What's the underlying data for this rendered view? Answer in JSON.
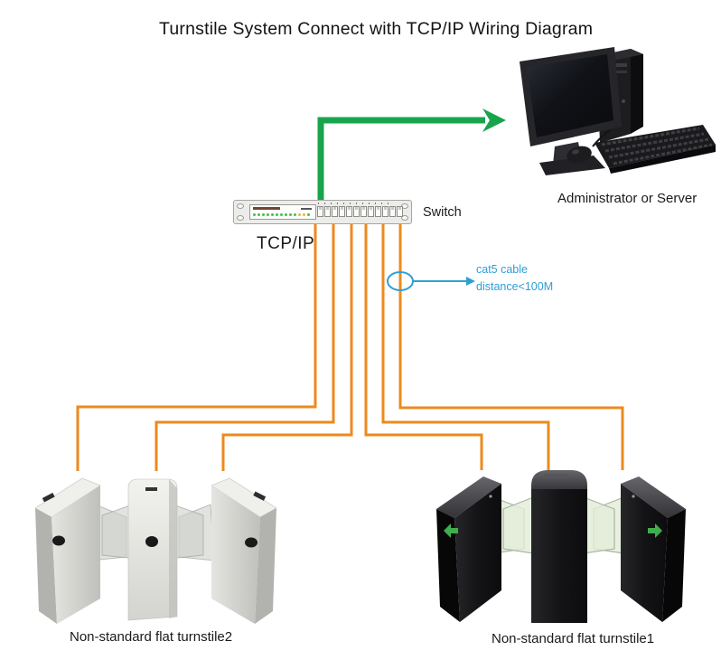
{
  "title": "Turnstile System Connect with TCP/IP Wiring Diagram",
  "colors": {
    "cable_orange": "#EC8A1E",
    "arrow_green": "#18A44C",
    "callout_blue": "#2E9FD6",
    "text": "#141414"
  },
  "server": {
    "label": "Administrator or Server"
  },
  "switch": {
    "label": "Switch",
    "ports": 12
  },
  "network": {
    "protocol_label": "TCP/IP",
    "cable_note_line1": "cat5 cable",
    "cable_note_line2": "distance<100M"
  },
  "turnstiles": {
    "left": {
      "label": "Non-standard flat turnstile2",
      "lanes": 3,
      "finish": "stainless"
    },
    "right": {
      "label": "Non-standard flat turnstile1",
      "lanes": 3,
      "finish": "black"
    }
  },
  "diagram": {
    "type": "wiring",
    "connections": [
      {
        "from": "switch",
        "to": "administrator-or-server",
        "medium": "TCP/IP",
        "style": "green-arrow"
      },
      {
        "from": "switch",
        "to": "non-standard-flat-turnstile2",
        "cables": 3,
        "medium": "cat5 cable",
        "note": "distance<100M"
      },
      {
        "from": "switch",
        "to": "non-standard-flat-turnstile1",
        "cables": 3,
        "medium": "cat5 cable",
        "note": "distance<100M"
      }
    ]
  }
}
